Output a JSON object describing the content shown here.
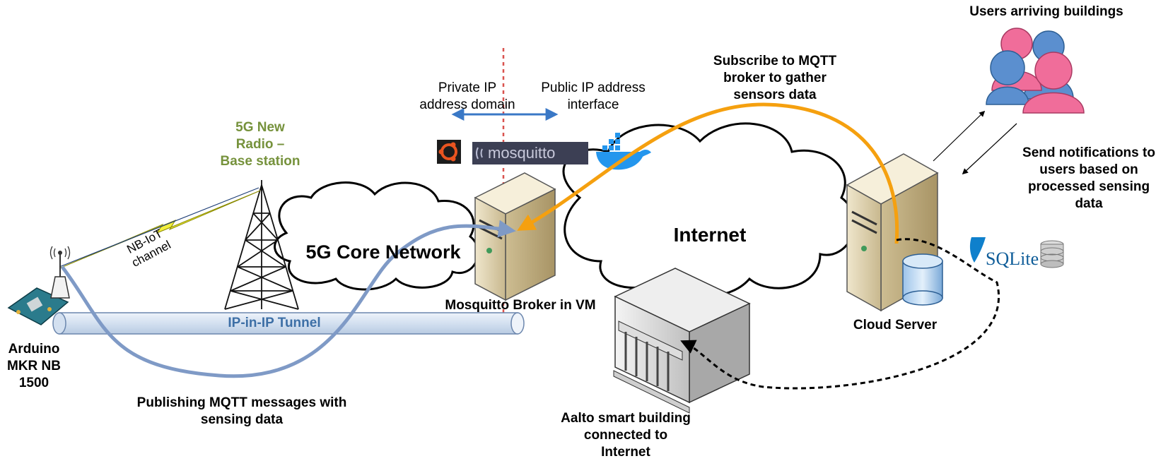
{
  "labels": {
    "users_arriving": "Users arriving buildings",
    "subscribe_line1": "Subscribe to MQTT",
    "subscribe_line2": "broker to gather",
    "subscribe_line3": "sensors data",
    "private_ip_line1": "Private IP",
    "private_ip_line2": "address domain",
    "public_ip_line1": "Public IP address",
    "public_ip_line2": "interface",
    "base_station_line1": "5G New",
    "base_station_line2": "Radio –",
    "base_station_line3": "Base station",
    "nbiot_line1": "NB-IoT",
    "nbiot_line2": "channel",
    "core_network": "5G Core Network",
    "internet": "Internet",
    "broker": "Mosquitto Broker in VM",
    "tunnel": "IP-in-IP Tunnel",
    "cloud_server": "Cloud Server",
    "send_notif_line1": "Send notifications to",
    "send_notif_line2": "users based on",
    "send_notif_line3": "processed sensing",
    "send_notif_line4": "data",
    "arduino_line1": "Arduino",
    "arduino_line2": "MKR NB",
    "arduino_line3": "1500",
    "publishing_line1": "Publishing MQTT messages with",
    "publishing_line2": "sensing data",
    "aalto_line1": "Aalto smart building",
    "aalto_line2": "connected to",
    "aalto_line3": "Internet",
    "mosquitto_logo": "mosquitto",
    "sqlite_logo": "SQLite"
  },
  "colors": {
    "subscribe_arrow": "#f5a00f",
    "publish_arrow": "#7f9ac6",
    "ip_arrow": "#3a78c6",
    "base_station_label": "#76923c",
    "tunnel_text": "#3d6fa6",
    "divider": "#d9534f",
    "docker": "#2496ed",
    "sqlite": "#0f80cc",
    "user_blue": "#5b8fcf",
    "user_pink": "#f06d9a"
  }
}
